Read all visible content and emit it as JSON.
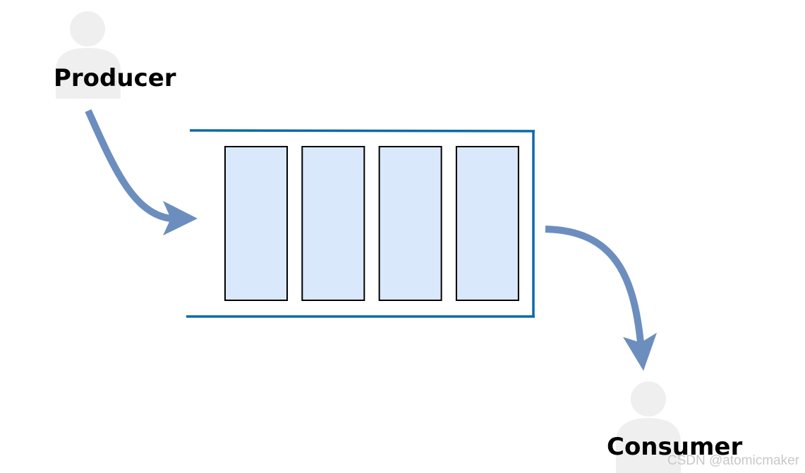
{
  "roles": {
    "producer": "Producer",
    "consumer": "Consumer"
  },
  "queue": {
    "slot_count": 4
  },
  "icons": {
    "producer_avatar": "person-icon",
    "consumer_avatar": "person-icon",
    "enqueue_arrow": "curved-arrow-icon",
    "dequeue_arrow": "curved-arrow-icon"
  },
  "colors": {
    "arrow": "#6c8ebf",
    "queue_border": "#0b6aa8",
    "slot_fill": "#dae8fc",
    "slot_stroke": "#000000",
    "avatar": "#efefef"
  },
  "watermark": "CSDN @atomicmaker"
}
